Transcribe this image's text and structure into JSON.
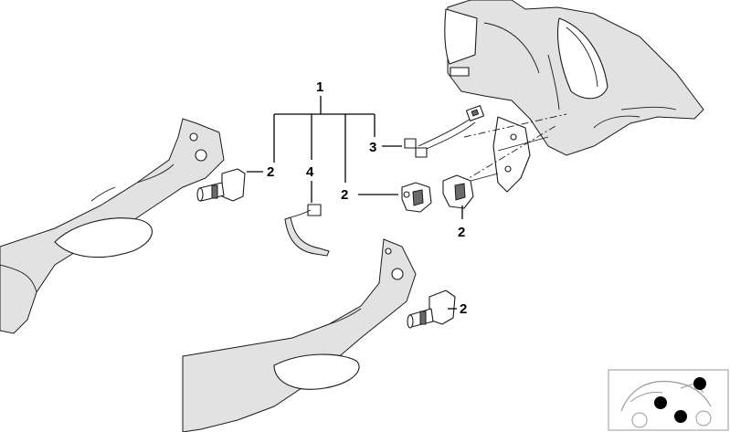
{
  "callouts": {
    "assembly": "1",
    "lamp_left": "2",
    "lamp_center": "2",
    "lamp_right": "2",
    "lamp_lower": "2",
    "cable_harness": "3",
    "wire_lead": "4"
  },
  "colors": {
    "line": "#1a1a1a",
    "panel_fill": "#e2e2e2",
    "part_dark": "#6a6a6a",
    "thumbnail_border": "#9a9a9a",
    "thumbnail_dot": "#000000"
  },
  "thumbnail": {
    "icon": "motorcycle-location-icon",
    "markers": 3
  }
}
